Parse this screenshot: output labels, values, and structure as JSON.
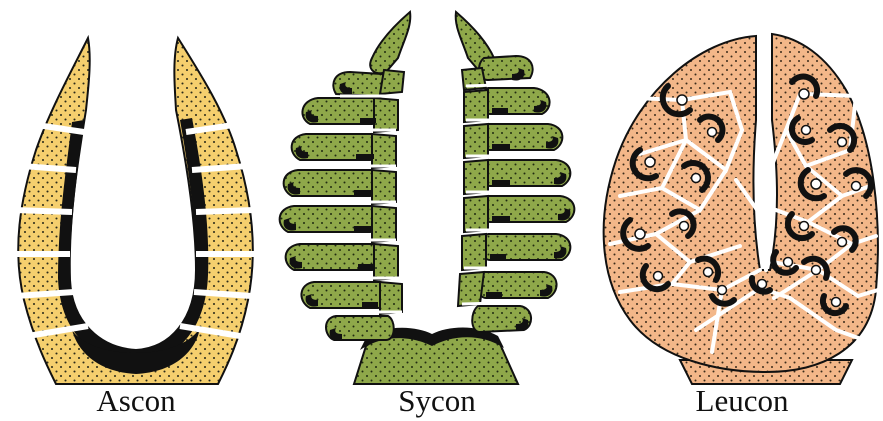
{
  "colors": {
    "ascon_fill": "#f5cf6e",
    "sycon_fill": "#8fa84a",
    "leucon_fill": "#f3b789",
    "dots": "#2a2a1a",
    "outline": "#111111",
    "canal": "#ffffff"
  },
  "labels": {
    "ascon": "Ascon",
    "sycon": "Sycon",
    "leucon": "Leucon"
  }
}
